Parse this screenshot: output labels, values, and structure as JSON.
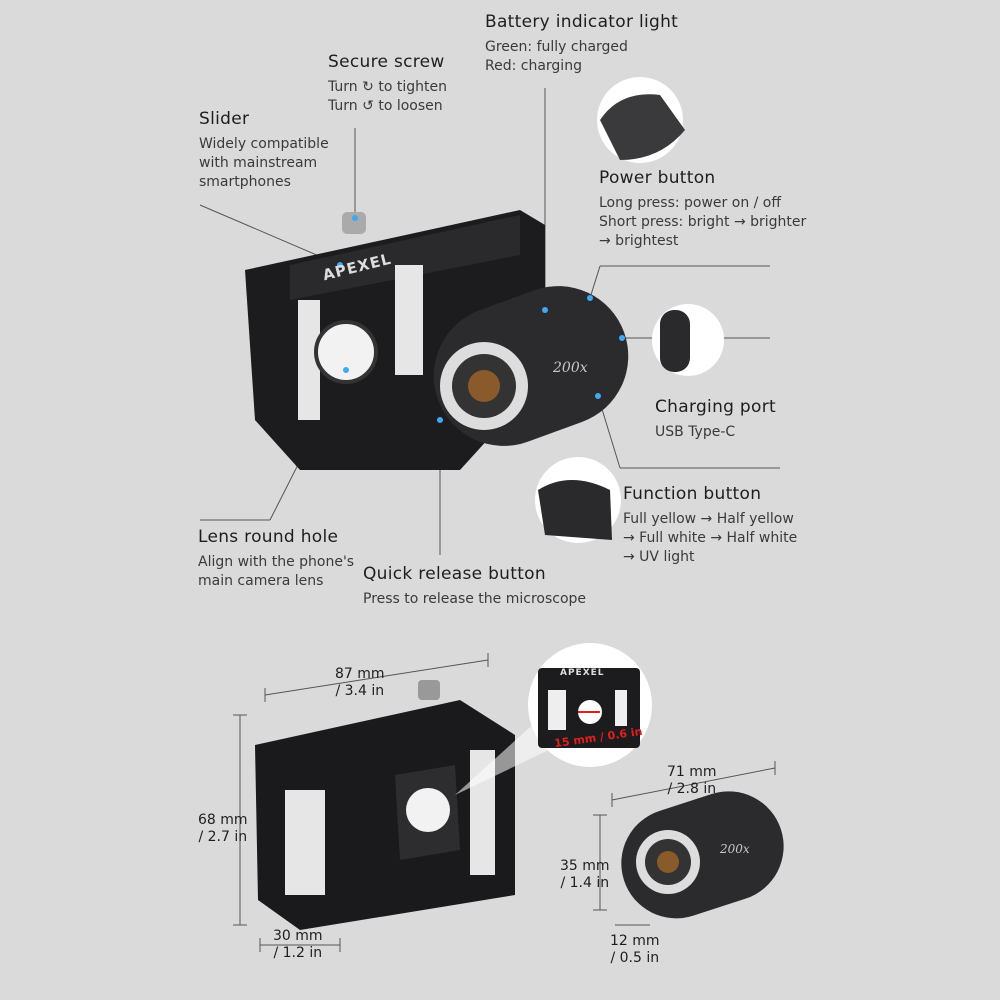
{
  "callouts": {
    "battery": {
      "title": "Battery indicator light",
      "desc": "Green: fully charged\nRed: charging"
    },
    "screw": {
      "title": "Secure screw",
      "line1_pre": "Turn",
      "line1_icon": "clockwise-arrow",
      "line1_post": "to tighten",
      "line2_pre": "Turn",
      "line2_icon": "counterclockwise-arrow",
      "line2_post": "to loosen"
    },
    "slider": {
      "title": "Slider",
      "desc": "Widely compatible\nwith mainstream\nsmartphones"
    },
    "power": {
      "title": "Power button",
      "desc": "Long press: power on / off\nShort press: bright → brighter\n→ brightest"
    },
    "charging": {
      "title": "Charging port",
      "desc": "USB Type-C"
    },
    "function": {
      "title": "Function button",
      "desc": "Full yellow → Half yellow\n→ Full white → Half white\n→ UV light"
    },
    "lens_hole": {
      "title": "Lens round hole",
      "desc": "Align with the phone's\nmain camera lens"
    },
    "quick_release": {
      "title": "Quick release button",
      "desc": "Press to release the microscope"
    }
  },
  "product": {
    "brand": "APEXEL",
    "model": "200x"
  },
  "dimensions": {
    "clip_width": "87 mm\n/ 3.4 in",
    "clip_height": "68 mm\n/ 2.7 in",
    "clip_depth": "30 mm\n/ 1.2 in",
    "hole_diameter": "15 mm / 0.6 in",
    "scope_width": "71 mm\n/ 2.8 in",
    "scope_height": "35 mm\n/ 1.4 in",
    "scope_depth": "12 mm\n/ 0.5 in"
  },
  "colors": {
    "background": "#dadada",
    "accent_dot": "#3fa9f5",
    "dimension_red": "#e0201c"
  }
}
